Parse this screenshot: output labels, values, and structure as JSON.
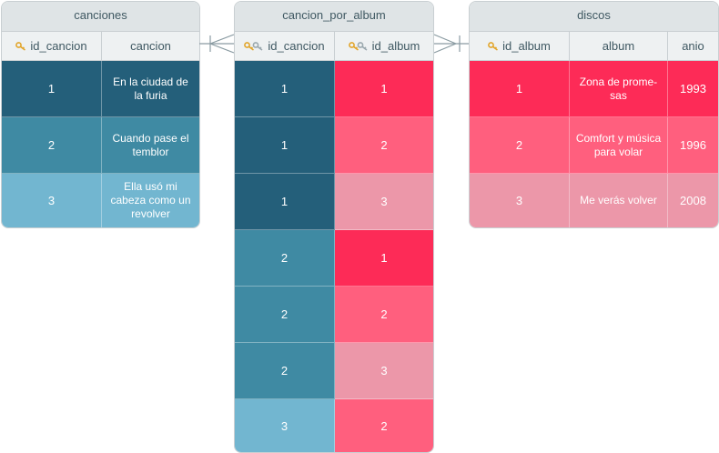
{
  "canciones": {
    "title": "canciones",
    "headers": [
      {
        "label": "id_cancion",
        "icon": "key-icon"
      },
      {
        "label": "cancion"
      }
    ],
    "rows": [
      {
        "id": "1",
        "name": "En la ciudad de la furia"
      },
      {
        "id": "2",
        "name": "Cuando pase el temblor"
      },
      {
        "id": "3",
        "name": "Ella usó mi cabeza como un revolver"
      }
    ]
  },
  "cancion_por_album": {
    "title": "cancion_por_album",
    "headers": [
      {
        "label": "id_cancion",
        "icon": "key-foreign-icon"
      },
      {
        "label": "id_album",
        "icon": "key-foreign-icon"
      }
    ],
    "rows": [
      {
        "id_cancion": "1",
        "id_album": "1"
      },
      {
        "id_cancion": "1",
        "id_album": "2"
      },
      {
        "id_cancion": "1",
        "id_album": "3"
      },
      {
        "id_cancion": "2",
        "id_album": "1"
      },
      {
        "id_cancion": "2",
        "id_album": "2"
      },
      {
        "id_cancion": "2",
        "id_album": "3"
      },
      {
        "id_cancion": "3",
        "id_album": "2"
      }
    ]
  },
  "discos": {
    "title": "discos",
    "headers": [
      {
        "label": "id_album",
        "icon": "key-icon"
      },
      {
        "label": "album"
      },
      {
        "label": "anio"
      }
    ],
    "rows": [
      {
        "id": "1",
        "album": "Zona de prome-sas",
        "anio": "1993"
      },
      {
        "id": "2",
        "album": "Comfort y música para volar",
        "anio": "1996"
      },
      {
        "id": "3",
        "album": "Me verás volver",
        "anio": "2008"
      }
    ]
  },
  "colors": {
    "blue_1": "#245f7a",
    "blue_2": "#3f8aa3",
    "blue_3": "#72b6d0",
    "red_1": "#fd2b57",
    "red_2": "#ff5f7e",
    "red_3": "#ec97a9",
    "header_bg": "#dfe4e6",
    "key_icon": "#e2a52a"
  }
}
